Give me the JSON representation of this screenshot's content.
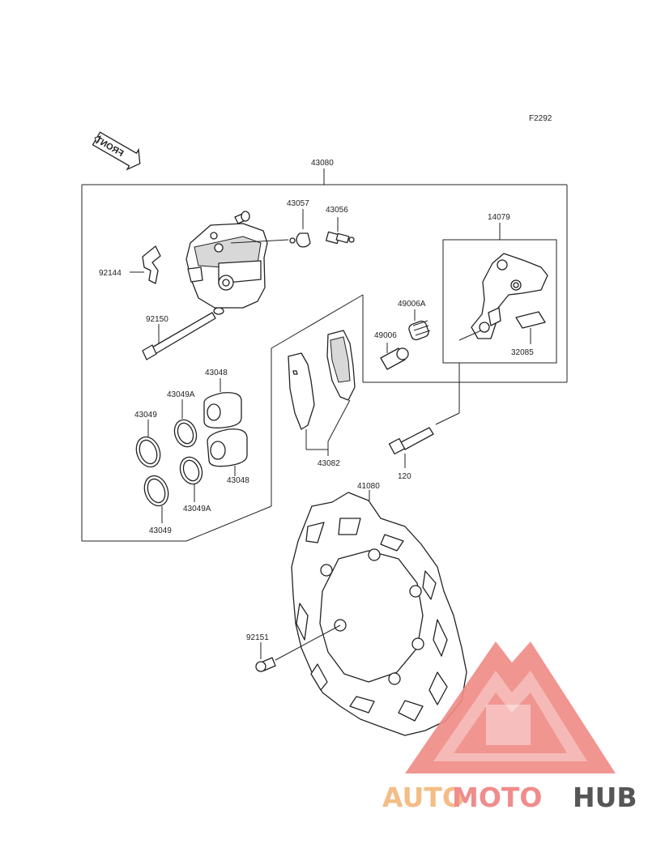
{
  "figure_code": "F2292",
  "front_label": "FRONT",
  "parts": {
    "caliper_assy": "43080",
    "pin_43057": "43057",
    "bleeder_43056": "43056",
    "bracket_14079": "14079",
    "spring_92144": "92144",
    "pin_92150": "92150",
    "boot_49006A": "49006A",
    "boot_49006": "49006",
    "plate_32085": "32085",
    "piston_43048_a": "43048",
    "seal_43049A_a": "43049A",
    "seal_43049_a": "43049",
    "piston_43048_b": "43048",
    "seal_43049A_b": "43049A",
    "seal_43049_b": "43049",
    "pad_43082": "43082",
    "bolt_120": "120",
    "disc_41080": "41080",
    "bolt_92151": "92151"
  },
  "watermark": {
    "part1": "AUTO",
    "part2": "MOTO",
    "part3": "HUB",
    "color_auto": "#f3b67a",
    "color_moto": "#f08080",
    "color_hub": "#444444",
    "logo_color": "#f08a86"
  }
}
